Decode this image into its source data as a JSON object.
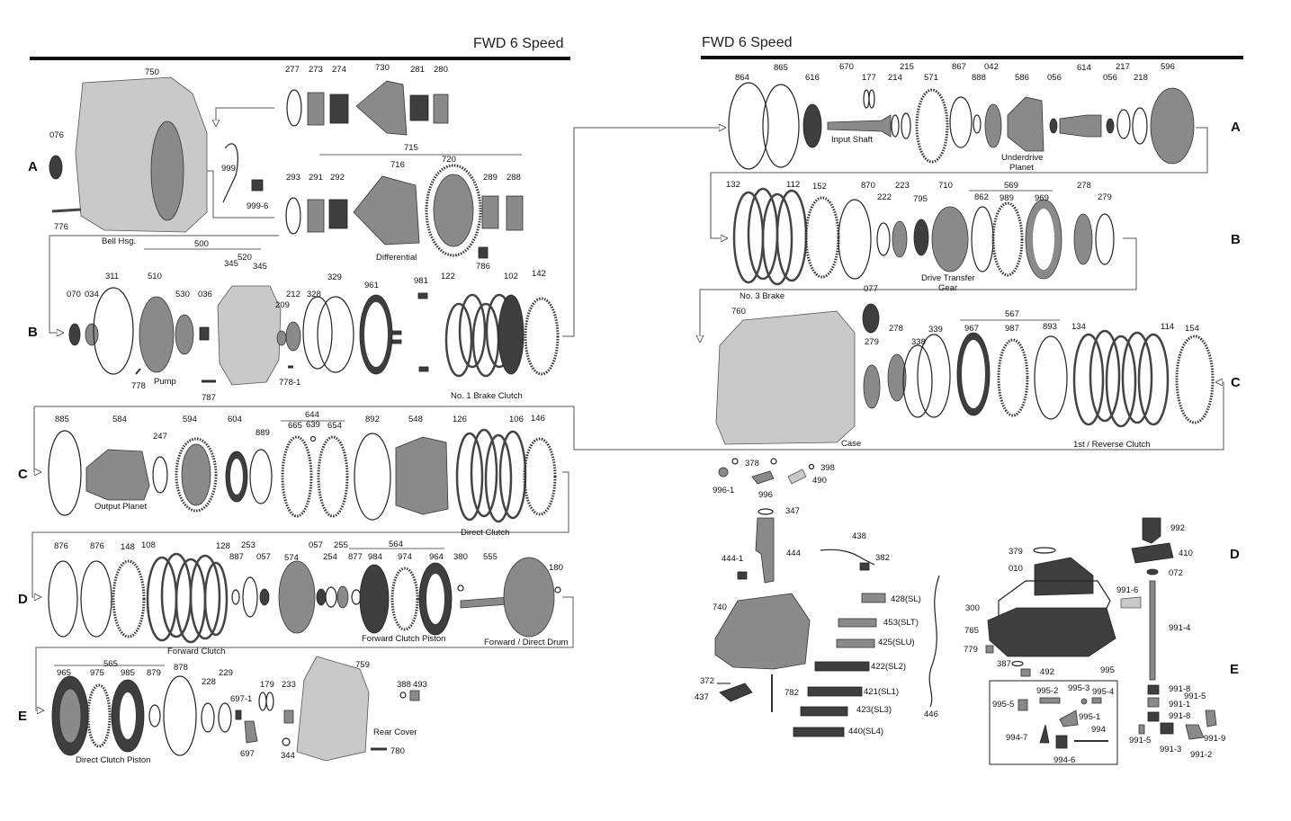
{
  "titles": {
    "left": "FWD 6 Speed",
    "right": "FWD 6 Speed"
  },
  "row_letters": {
    "left": [
      "A",
      "B",
      "C",
      "D",
      "E"
    ],
    "right": [
      "A",
      "B",
      "C",
      "D",
      "E"
    ]
  },
  "left": {
    "row_a": {
      "labels": [
        "750",
        "076",
        "776",
        "277",
        "273",
        "274",
        "730",
        "281",
        "280",
        "715",
        "293",
        "291",
        "292",
        "716",
        "720",
        "289",
        "288",
        "999",
        "999-6",
        "786"
      ],
      "captions": [
        "Bell Hsg.",
        "Differential"
      ]
    },
    "row_b": {
      "labels": [
        "500",
        "520",
        "345",
        "345",
        "070",
        "034",
        "311",
        "510",
        "530",
        "036",
        "209",
        "212",
        "328",
        "329",
        "961",
        "981",
        "122",
        "102",
        "142",
        "778",
        "787",
        "778-1"
      ],
      "captions": [
        "Pump",
        "No. 1 Brake Clutch"
      ]
    },
    "row_c": {
      "labels": [
        "885",
        "584",
        "247",
        "594",
        "604",
        "889",
        "644",
        "665",
        "639",
        "654",
        "892",
        "548",
        "126",
        "106",
        "146"
      ],
      "captions": [
        "Output Planet",
        "Direct Clutch"
      ]
    },
    "row_d": {
      "labels": [
        "876",
        "876",
        "148",
        "108",
        "128",
        "887",
        "253",
        "057",
        "574",
        "057",
        "254",
        "255",
        "564",
        "877",
        "984",
        "974",
        "964",
        "380",
        "555",
        "180"
      ],
      "captions": [
        "Forward Clutch",
        "Forward Clutch Piston",
        "Forward / Direct Drum"
      ]
    },
    "row_e": {
      "labels": [
        "565",
        "965",
        "975",
        "985",
        "879",
        "878",
        "228",
        "229",
        "697-1",
        "179",
        "233",
        "697",
        "344",
        "759",
        "388",
        "493",
        "780"
      ],
      "captions": [
        "Direct Clutch Piston",
        "Rear Cover"
      ]
    }
  },
  "right": {
    "row_a": {
      "labels": [
        "864",
        "865",
        "616",
        "670",
        "177",
        "214",
        "215",
        "571",
        "867",
        "888",
        "042",
        "586",
        "056",
        "614",
        "056",
        "217",
        "218",
        "596"
      ],
      "captions": [
        "Input Shaft",
        "Underdrive",
        "Planet"
      ]
    },
    "row_b": {
      "labels": [
        "132",
        "112",
        "152",
        "870",
        "222",
        "223",
        "795",
        "710",
        "569",
        "862",
        "989",
        "969",
        "278",
        "279"
      ],
      "captions": [
        "No. 3 Brake",
        "Drive Transfer",
        "Gear"
      ]
    },
    "row_c": {
      "labels": [
        "760",
        "077",
        "279",
        "278",
        "338",
        "339",
        "567",
        "967",
        "987",
        "893",
        "134",
        "114",
        "154"
      ],
      "captions": [
        "Case",
        "1st / Reverse Clutch"
      ]
    },
    "row_de": {
      "labels": [
        "378",
        "398",
        "996-1",
        "996",
        "490",
        "347",
        "444-1",
        "444",
        "438",
        "382",
        "740",
        "372",
        "437",
        "782",
        "428(SL)",
        "453(SLT)",
        "425(SLU)",
        "422(SL2)",
        "421(SL1)",
        "423(SL3)",
        "440(SL4)",
        "446",
        "379",
        "010",
        "300",
        "765",
        "779",
        "387",
        "492",
        "995",
        "995-2",
        "995-3",
        "995-4",
        "995-5",
        "995-1",
        "994",
        "994-7",
        "994-6",
        "992",
        "410",
        "072",
        "991-6",
        "991-4",
        "991-8",
        "991-5",
        "991-1",
        "991-8",
        "991-5",
        "991-3",
        "991-9",
        "991-2"
      ]
    }
  },
  "colors": {
    "ink": "#111111",
    "metal": "#8a8a8a",
    "dark_metal": "#3e3e3e",
    "light_metal": "#c9c9c9"
  }
}
